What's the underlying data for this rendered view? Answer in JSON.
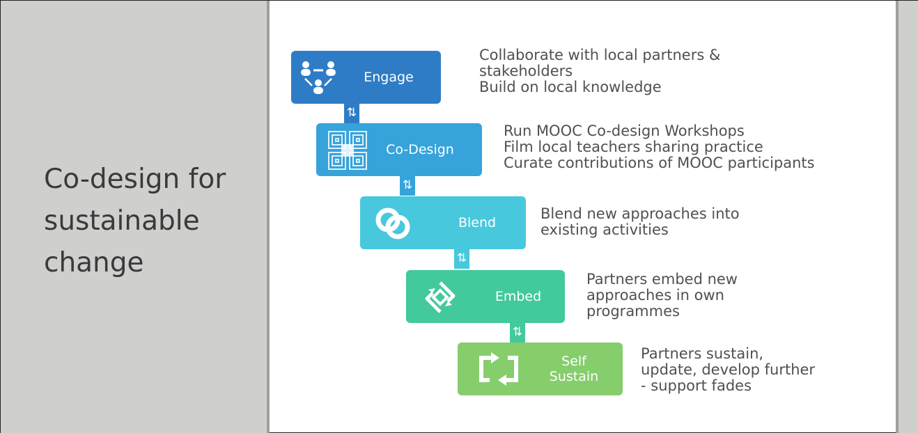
{
  "slide": {
    "title": "Co-design for\nsustainable\nchange"
  },
  "stages": [
    {
      "label": "Engage",
      "icon": "people-network-icon",
      "color": "#2f7cc6",
      "description": "Collaborate with local partners &\nstakeholders\nBuild on local knowledge"
    },
    {
      "label": "Co-Design",
      "icon": "maze-squares-icon",
      "color": "#36a3db",
      "description": "Run MOOC Co-design Workshops\nFilm local teachers sharing practice\nCurate contributions of MOOC participants"
    },
    {
      "label": "Blend",
      "icon": "interlocking-rings-icon",
      "color": "#48c8dd",
      "description": "Blend new approaches into\nexisting activities"
    },
    {
      "label": "Embed",
      "icon": "diamond-arrows-icon",
      "color": "#42c99c",
      "description": "Partners embed new\napproaches in own\nprogrammes"
    },
    {
      "label": "Self\nSustain",
      "icon": "cycle-arrows-icon",
      "color": "#86cd6c",
      "description": "Partners sustain,\nupdate, develop further\n- support fades"
    }
  ],
  "connector_glyph": "⇅"
}
